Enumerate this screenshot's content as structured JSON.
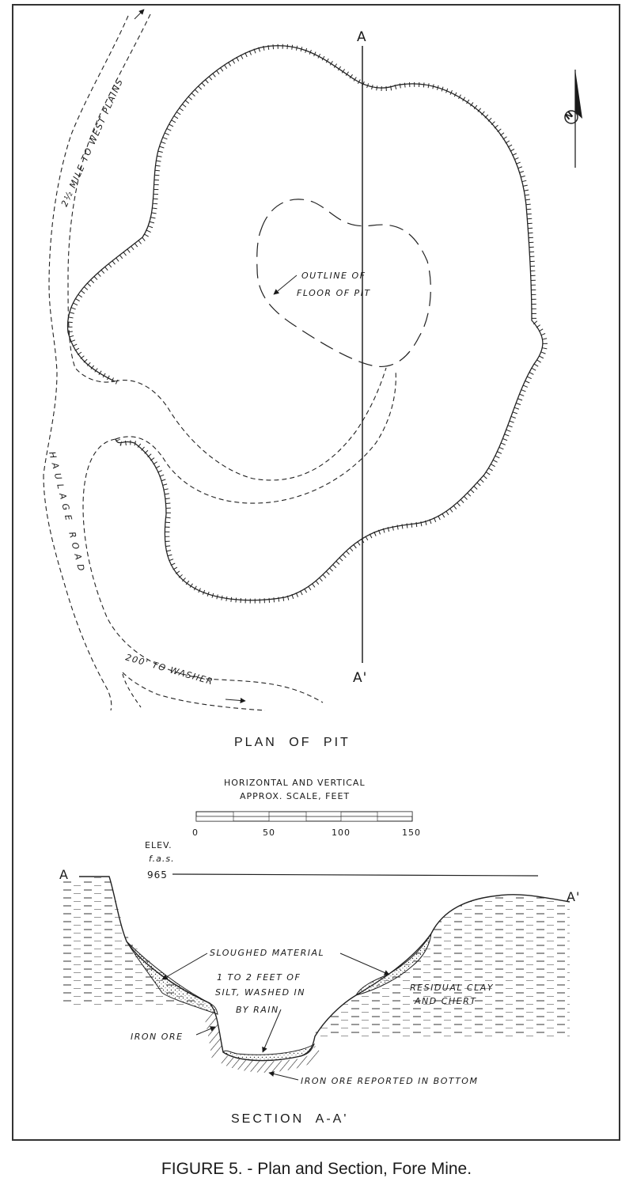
{
  "plan": {
    "title": "PLAN OF PIT",
    "section_line_top": "A",
    "section_line_bottom": "A'",
    "floor_label_1": "OUTLINE OF",
    "floor_label_2": "FLOOR OF PIT",
    "road_west": "2½ MILE TO WEST PLAINS",
    "haulage": "HAULAGE ROAD",
    "washer": "200' TO WASHER",
    "north": "N"
  },
  "scale": {
    "line1": "HORIZONTAL AND VERTICAL",
    "line2": "APPROX. SCALE, FEET",
    "ticks": [
      "0",
      "50",
      "100",
      "150"
    ]
  },
  "section": {
    "title": "SECTION A-A'",
    "elev_label": "ELEV.",
    "elev_unit": "f.a.s.",
    "elev_value": "965",
    "left_mark": "A",
    "right_mark": "A'",
    "sloughed": "SLOUGHED MATERIAL",
    "silt_1": "1 TO 2 FEET OF",
    "silt_2": "SILT, WASHED IN",
    "silt_3": "BY RAIN",
    "residual_1": "RESIDUAL CLAY",
    "residual_2": "AND CHERT",
    "iron_ore": "IRON ORE",
    "iron_bottom": "IRON ORE REPORTED IN BOTTOM"
  },
  "caption": "FIGURE 5. - Plan and Section, Fore Mine."
}
